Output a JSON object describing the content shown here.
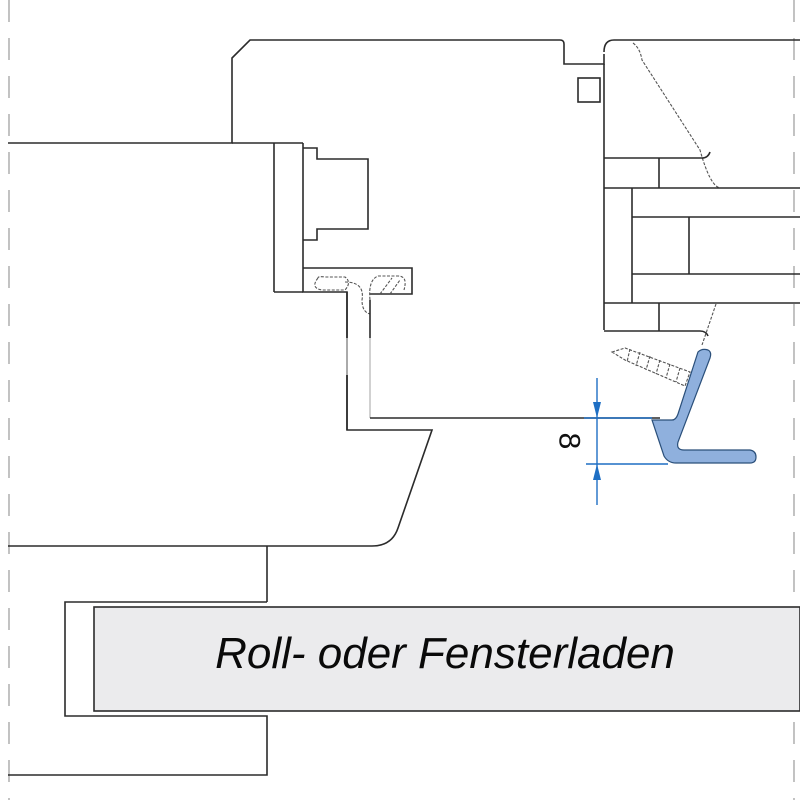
{
  "diagram": {
    "type": "technical-cross-section",
    "subject": "window frame / sill with shutter seal profile",
    "colors": {
      "line": "#2b2b2b",
      "centerline": "#b4b4b4",
      "dimension": "#1e6fc4",
      "seal_profile_fill": "#8fb0dd",
      "label_box_fill": "#ebebed"
    }
  },
  "dimension": {
    "value": "8",
    "orientation": "rotated"
  },
  "label": {
    "text": "Roll- oder Fensterladen"
  }
}
